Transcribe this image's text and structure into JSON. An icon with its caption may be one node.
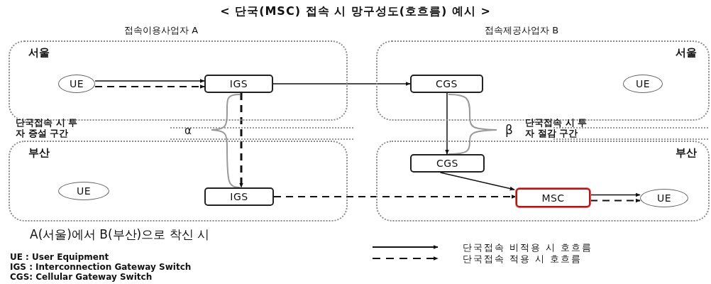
{
  "diagram": {
    "title": "< 단국(MSC) 접속 시 망구성도(호흐름) 예시 >",
    "nodes": [
      {
        "text": [
          "서울"
        ]
      },
      {
        "text": [
          "UE"
        ],
        "in": 0
      },
      {
        "text": [
          "IGS"
        ],
        "in": 0
      },
      {
        "text": [
          "부산"
        ]
      },
      {
        "text": [
          "UE"
        ],
        "in": 3
      },
      {
        "text": [
          "IGS"
        ],
        "in": 3
      },
      {
        "text": [
          "서울"
        ]
      },
      {
        "text": [
          "CGS"
        ],
        "in": 6
      },
      {
        "text": [
          "UE"
        ],
        "in": 6
      },
      {
        "text": [
          "부산"
        ]
      },
      {
        "text": [
          "CGS"
        ],
        "in": 9
      },
      {
        "text": [
          "MSC"
        ],
        "in": 9
      },
      {
        "text": [
          "UE"
        ],
        "in": 9
      }
    ],
    "edges": [
      {
        "from": 1,
        "to": 2,
        "arrow": "to"
      },
      {
        "from": 1,
        "to": 2,
        "arrow": "to",
        "style": "dashed"
      },
      {
        "from": 2,
        "to": 7,
        "arrow": "to"
      },
      {
        "from": 2,
        "to": 5,
        "arrow": "to",
        "style": "dashed"
      },
      {
        "from": 7,
        "to": 10,
        "arrow": "to"
      },
      {
        "from": 10,
        "to": 11,
        "arrow": "to"
      },
      {
        "from": 5,
        "to": 11,
        "arrow": "to",
        "style": "dashed"
      },
      {
        "from": 11,
        "to": 12,
        "arrow": "to"
      },
      {
        "from": 11,
        "to": 12,
        "arrow": "to",
        "style": "dashed"
      }
    ],
    "labels": [
      "접속이용사업자 A",
      "접속제공사업자 B",
      "단국접속 시 투자 증설 구간",
      "α",
      "β",
      "단국접속 시 투자 절감 구간",
      "A(서울)에서 B(부산)으로 착신 시",
      "UE : User Equipment",
      "IGS : Interconnection Gateway Switch",
      "CGS: Cellular Gateway Switch"
    ],
    "legend": [
      {
        "text": "단국접속 비적용 시 호흐름"
      },
      {
        "text": "단국접속 적용 시 호흐름"
      }
    ]
  }
}
